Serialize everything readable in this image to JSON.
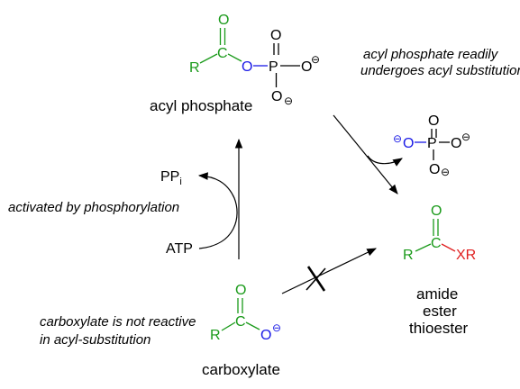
{
  "labels": {
    "acyl_phosphate": "acyl phosphate",
    "acyl_phosphate_note_1": "acyl phosphate readily",
    "acyl_phosphate_note_2": "undergoes acyl substitution",
    "activated_note": "activated by phosphorylation",
    "carboxylate_note_1": "carboxylate is not reactive",
    "carboxylate_note_2": "in acyl-substitution",
    "carboxylate": "carboxylate",
    "products": [
      "amide",
      "ester",
      "thioester"
    ]
  },
  "reagents": {
    "pp": "PP",
    "pp_sub": "i",
    "atp": "ATP"
  },
  "atoms": {
    "O": "O",
    "C": "C",
    "P": "P",
    "R": "R",
    "XR": "XR",
    "minus": "⊖"
  },
  "colors": {
    "carbon_group": "#1a9a1a",
    "oxygen_link": "#1a1ae6",
    "leaving_group": "#e02020",
    "text": "#000000"
  }
}
